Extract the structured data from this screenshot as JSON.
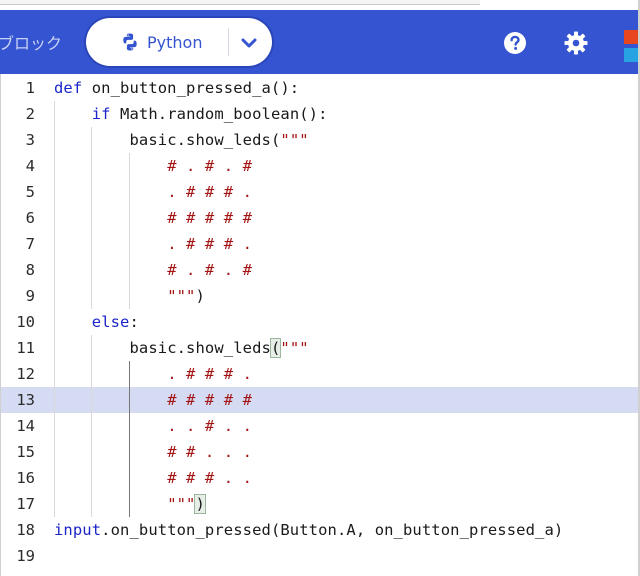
{
  "toolbar": {
    "blocks_tab_label": "ブロック",
    "python_label": "Python",
    "colors": {
      "bar": "#3454d1",
      "pill_bg": "#ffffff",
      "accent": "#3454d1"
    },
    "icons": [
      "python-icon",
      "chevron-down-icon",
      "help-icon",
      "gear-icon",
      "makecode-logo-icon"
    ]
  },
  "editor": {
    "active_line": 13,
    "lines": [
      {
        "num": "1",
        "indent": "",
        "tokens": [
          {
            "t": "def",
            "c": "kw"
          },
          {
            "t": " on_button_pressed_a():",
            "c": ""
          }
        ]
      },
      {
        "num": "2",
        "indent": "    ",
        "tokens": [
          {
            "t": "if",
            "c": "kw"
          },
          {
            "t": " Math.random_boolean():",
            "c": ""
          }
        ]
      },
      {
        "num": "3",
        "indent": "        ",
        "tokens": [
          {
            "t": "basic.show_leds(",
            "c": ""
          },
          {
            "t": "\"\"\"",
            "c": "str"
          }
        ]
      },
      {
        "num": "4",
        "indent": "            ",
        "tokens": [
          {
            "t": "# . # . #",
            "c": "str"
          }
        ]
      },
      {
        "num": "5",
        "indent": "            ",
        "tokens": [
          {
            "t": ". # # # .",
            "c": "str"
          }
        ]
      },
      {
        "num": "6",
        "indent": "            ",
        "tokens": [
          {
            "t": "# # # # #",
            "c": "str"
          }
        ]
      },
      {
        "num": "7",
        "indent": "            ",
        "tokens": [
          {
            "t": ". # # # .",
            "c": "str"
          }
        ]
      },
      {
        "num": "8",
        "indent": "            ",
        "tokens": [
          {
            "t": "# . # . #",
            "c": "str"
          }
        ]
      },
      {
        "num": "9",
        "indent": "            ",
        "tokens": [
          {
            "t": "\"\"\"",
            "c": "str"
          },
          {
            "t": ")",
            "c": ""
          }
        ]
      },
      {
        "num": "10",
        "indent": "    ",
        "tokens": [
          {
            "t": "else",
            "c": "kw"
          },
          {
            "t": ":",
            "c": ""
          }
        ]
      },
      {
        "num": "11",
        "indent": "        ",
        "tokens": [
          {
            "t": "basic.show_leds",
            "c": ""
          },
          {
            "t": "(",
            "c": "bm"
          },
          {
            "t": "\"\"\"",
            "c": "str"
          }
        ]
      },
      {
        "num": "12",
        "indent": "            ",
        "tokens": [
          {
            "t": ". # # # .",
            "c": "str"
          }
        ]
      },
      {
        "num": "13",
        "indent": "            ",
        "tokens": [
          {
            "t": "# # # # #",
            "c": "str"
          }
        ]
      },
      {
        "num": "14",
        "indent": "            ",
        "tokens": [
          {
            "t": ". . # . .",
            "c": "str"
          }
        ]
      },
      {
        "num": "15",
        "indent": "            ",
        "tokens": [
          {
            "t": "# # . . .",
            "c": "str"
          }
        ]
      },
      {
        "num": "16",
        "indent": "            ",
        "tokens": [
          {
            "t": "# # # . .",
            "c": "str"
          }
        ]
      },
      {
        "num": "17",
        "indent": "            ",
        "tokens": [
          {
            "t": "\"\"\"",
            "c": "str"
          },
          {
            "t": ")",
            "c": "bm"
          }
        ]
      },
      {
        "num": "18",
        "indent": "",
        "tokens": [
          {
            "t": "input",
            "c": "kw"
          },
          {
            "t": ".on_button_pressed(Button.A, on_button_pressed_a)",
            "c": ""
          }
        ]
      },
      {
        "num": "19",
        "indent": "",
        "tokens": []
      }
    ]
  }
}
